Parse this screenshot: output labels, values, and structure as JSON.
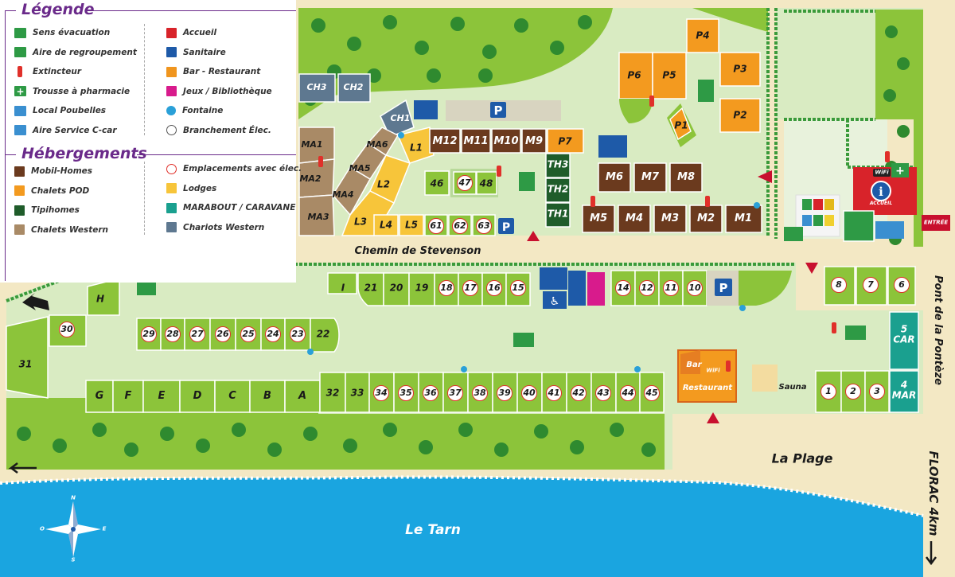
{
  "legend": {
    "title_legend": "Légende",
    "title_hebergements": "Hébergements",
    "services_left": [
      {
        "label": "Sens évacuation",
        "icon": "evacuation-arrow-icon",
        "color": "#2e9a45"
      },
      {
        "label": "Aire de regroupement",
        "icon": "assembly-point-icon",
        "color": "#2e9a45"
      },
      {
        "label": "Extincteur",
        "icon": "fire-extinguisher-icon",
        "color": "#e0302a"
      },
      {
        "label": "Trousse à pharmacie",
        "icon": "first-aid-icon",
        "color": "#2e9a45"
      },
      {
        "label": "Local Poubelles",
        "icon": "trash-icon",
        "color": "#3a8fd0"
      },
      {
        "label": "Aire Service C-car",
        "icon": "camper-service-icon",
        "color": "#3a8fd0"
      }
    ],
    "services_right": [
      {
        "label": "Accueil",
        "icon": "reception-square-icon",
        "color": "#d8232a"
      },
      {
        "label": "Sanitaire",
        "icon": "sanitary-square-icon",
        "color": "#1e5aa8"
      },
      {
        "label": "Bar - Restaurant",
        "icon": "bar-square-icon",
        "color": "#f0951e"
      },
      {
        "label": "Jeux / Bibliothèque",
        "icon": "games-square-icon",
        "color": "#d81b8c"
      },
      {
        "label": "Fontaine",
        "icon": "fountain-icon",
        "color": "#2aa0d8"
      },
      {
        "label": "Branchement Élec.",
        "icon": "electric-plug-icon",
        "color": "#555555"
      }
    ],
    "accommodation_left": [
      {
        "label": "Mobil-Homes",
        "color": "#6b3a1e"
      },
      {
        "label": "Chalets POD",
        "color": "#f39a1f"
      },
      {
        "label": "Tipihomes",
        "color": "#1f5c2a"
      },
      {
        "label": "Chalets Western",
        "color": "#a98a66"
      }
    ],
    "accommodation_right": [
      {
        "label": "Emplacements avec élec.",
        "color": "#e0302a",
        "icon": "electric-pitch-circle-icon"
      },
      {
        "label": "Lodges",
        "color": "#f7c53a"
      },
      {
        "label": "MARABOUT / CARAVANE",
        "color": "#1aa08f"
      },
      {
        "label": "Chariots Western",
        "color": "#5e7890"
      }
    ]
  },
  "places": {
    "florac_left": "FLORAC 4km",
    "chemin": "Chemin de Stevenson",
    "pont": "Pont de la Pontèze",
    "florac_right": "FLORAC 4km",
    "plage": "La Plage",
    "tarn": "Le Tarn",
    "bar": "Bar",
    "restaurant": "Restaurant",
    "sauna": "Sauna",
    "entree": "ENTRÉE",
    "accueil": "ACCUEIL",
    "wifi": "WiFi",
    "compass": {
      "n": "N",
      "s": "S",
      "e": "E",
      "o": "O"
    }
  },
  "colors": {
    "grass": "#8cc43a",
    "grass_light": "#d9ebc2",
    "path": "#f3e8c4",
    "water": "#1aa5e0",
    "hedge": "#3a9a3a",
    "tree": "#2f8a2f"
  },
  "pitches": {
    "top_row_right": [
      "14",
      "12",
      "11",
      "10"
    ],
    "top_row_left": [
      "I",
      "21",
      "20",
      "19",
      "18",
      "17",
      "16",
      "15"
    ],
    "east": [
      "8",
      "7",
      "6"
    ],
    "row_mid": [
      "29",
      "28",
      "27",
      "26",
      "25",
      "24",
      "23",
      "22"
    ],
    "west": [
      "H",
      "30",
      "31"
    ],
    "letters": [
      "G",
      "F",
      "E",
      "D",
      "C",
      "B",
      "A"
    ],
    "bottom": [
      "32",
      "33",
      "34",
      "35",
      "36",
      "37",
      "38",
      "39",
      "40",
      "41",
      "42",
      "43",
      "44",
      "45"
    ],
    "south_east": [
      "1",
      "2",
      "3"
    ],
    "lodge_pitches": [
      "61",
      "62",
      "63"
    ],
    "small_block": [
      "46",
      "47",
      "48"
    ],
    "car": "5\nCAR",
    "mar": "4\nMAR"
  },
  "accommodations": {
    "mobil_homes_top": [
      "M12",
      "M11",
      "M10",
      "M9"
    ],
    "mobil_homes_mid": [
      "M6",
      "M7",
      "M8"
    ],
    "mobil_homes_low": [
      "M5",
      "M4",
      "M3",
      "M2",
      "M1"
    ],
    "chalets_pod": [
      "P7",
      "P6",
      "P5",
      "P4",
      "P3",
      "P2",
      "P1"
    ],
    "tipihomes": [
      "TH3",
      "TH2",
      "TH1"
    ],
    "chalets_western": [
      "MA1",
      "MA2",
      "MA3",
      "MA4",
      "MA5",
      "MA6"
    ],
    "lodges": [
      "L1",
      "L2",
      "L3",
      "L4",
      "L5"
    ],
    "chariots": [
      "CH1",
      "CH2",
      "CH3"
    ]
  }
}
